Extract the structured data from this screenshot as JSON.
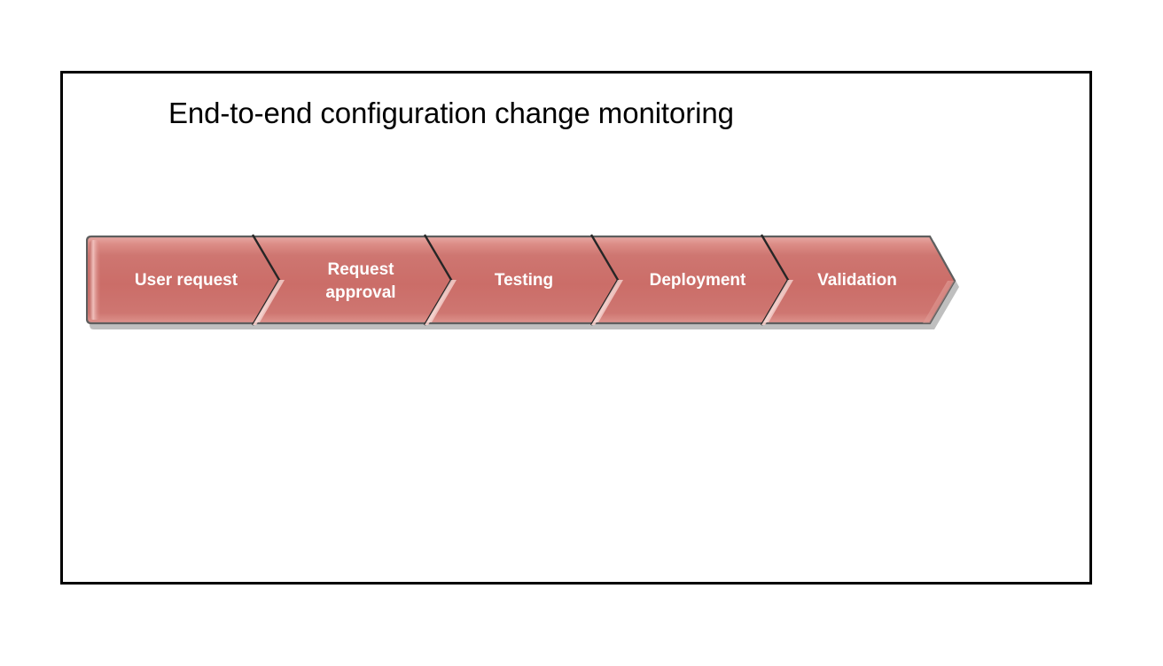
{
  "slide": {
    "background_color": "#ffffff",
    "frame_border_color": "#000000",
    "title": "End-to-end configuration change monitoring"
  },
  "process_diagram": {
    "name": "chevron-process-flow",
    "shape": "chevron-arrow",
    "direction": "left-to-right",
    "fill_color": "#CB6D68",
    "highlight_color": "#EAA9A4",
    "outline_color": "#595959",
    "label_color": "#ffffff",
    "step_count": 5,
    "steps": [
      {
        "index": 1,
        "label": "User request",
        "lines": [
          "User request"
        ]
      },
      {
        "index": 2,
        "label": "Request approval",
        "lines": [
          "Request",
          "approval"
        ]
      },
      {
        "index": 3,
        "label": "Testing",
        "lines": [
          "Testing"
        ]
      },
      {
        "index": 4,
        "label": "Deployment",
        "lines": [
          "Deployment"
        ]
      },
      {
        "index": 5,
        "label": "Validation",
        "lines": [
          "Validation"
        ]
      }
    ]
  }
}
